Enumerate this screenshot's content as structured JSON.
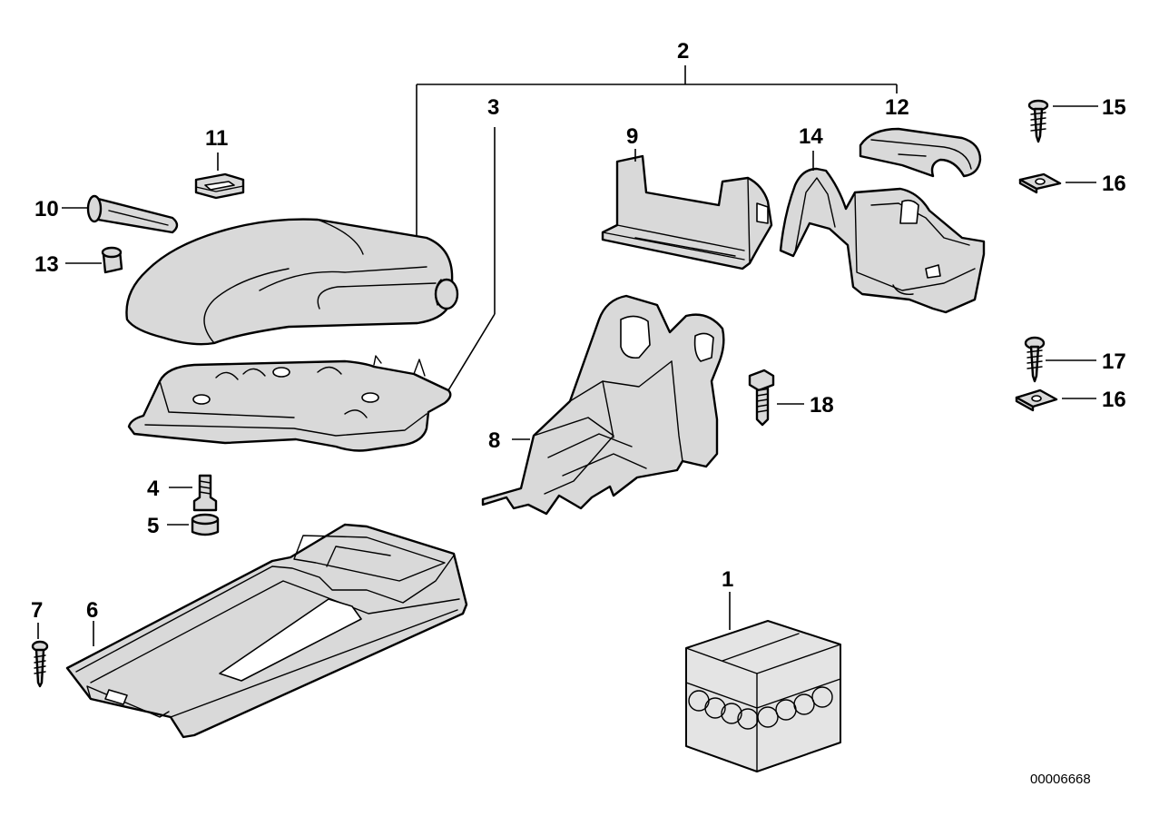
{
  "callouts": {
    "c1": "1",
    "c2": "2",
    "c3": "3",
    "c4": "4",
    "c5": "5",
    "c6": "6",
    "c7": "7",
    "c8": "8",
    "c9": "9",
    "c10": "10",
    "c11": "11",
    "c12": "12",
    "c13": "13",
    "c14": "14",
    "c15": "15",
    "c16a": "16",
    "c16b": "16",
    "c17": "17",
    "c18": "18"
  },
  "diagram_ref": "00006668",
  "colors": {
    "part_fill": "#d9d9d9",
    "stroke": "#000000",
    "background": "#ffffff"
  }
}
